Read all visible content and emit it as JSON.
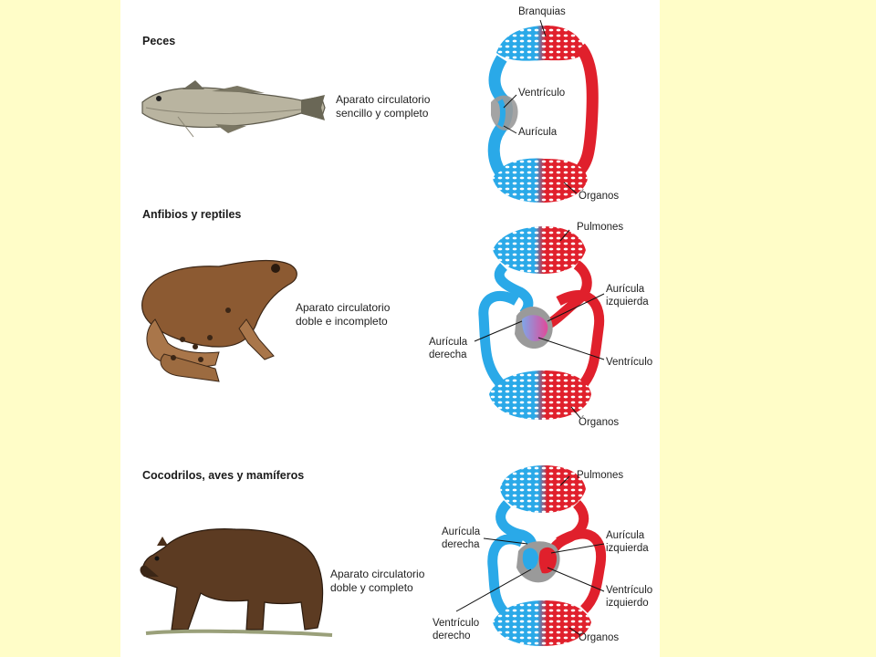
{
  "colors": {
    "background": "#FFFDC8",
    "panel": "#FFFFFF",
    "deoxygenated": "#2AA9E8",
    "oxygenated": "#E0202C",
    "heart": "#9A9A9A",
    "mixed": "#B07CC8"
  },
  "sections": [
    {
      "heading": "Peces",
      "description": "Aparato circulatorio\nsencillo y completo",
      "animal_icon": "fish-icon",
      "labels": {
        "top": "Branquias",
        "ventricle": "Ventrículo",
        "atrium": "Aurícula",
        "organs": "Órganos"
      }
    },
    {
      "heading": "Anfibios y reptiles",
      "description": "Aparato circulatorio\ndoble e incompleto",
      "animal_icon": "frog-icon",
      "labels": {
        "lungs": "Pulmones",
        "left_atrium": "Aurícula\nizquierda",
        "right_atrium": "Aurícula\nderecha",
        "ventricle": "Ventrículo",
        "organs": "Órganos"
      }
    },
    {
      "heading": "Cocodrilos, aves y mamíferos",
      "description": "Aparato circulatorio\ndoble y completo",
      "animal_icon": "bear-icon",
      "labels": {
        "lungs": "Pulmones",
        "right_atrium": "Aurícula\nderecha",
        "left_atrium": "Aurícula\nizquierda",
        "left_ventricle": "Ventrículo\nizquierdo",
        "right_ventricle": "Ventrículo\nderecho",
        "organs": "Órganos"
      }
    }
  ]
}
